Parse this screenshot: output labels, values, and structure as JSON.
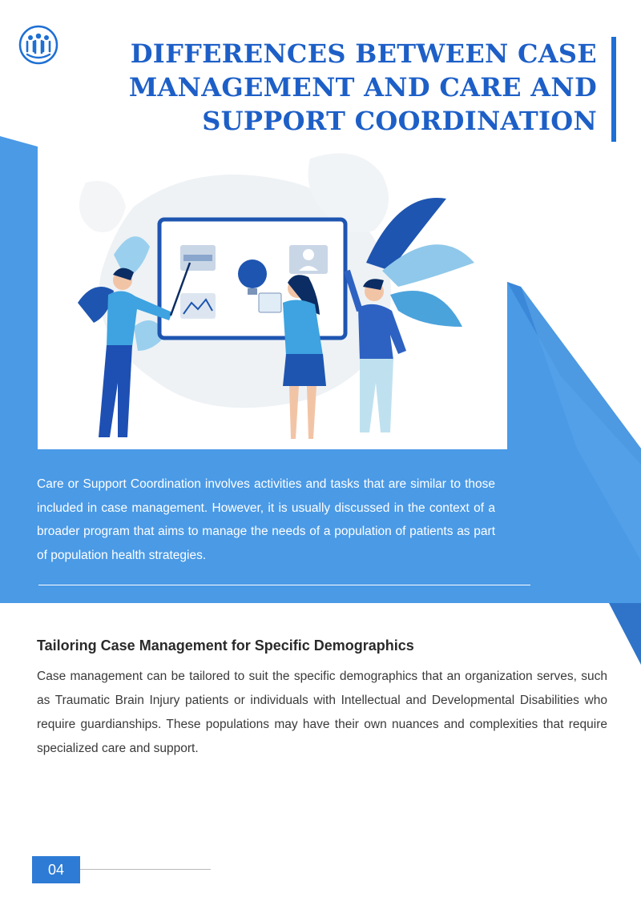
{
  "header": {
    "title_lines": [
      "DIFFERENCES BETWEEN CASE",
      "MANAGEMENT AND CARE AND",
      "SUPPORT COORDINATION"
    ],
    "logo_icon": "people-in-circle-icon",
    "accent_color": "#1d5fc7"
  },
  "intro": {
    "paragraph": "Care or Support Coordination involves activities and tasks that are similar to those included in case management. However, it is usually discussed in the context of a broader program that aims to manage the needs of a population of patients as part of population health strategies.",
    "background_color": "#4a9ae6"
  },
  "section": {
    "heading": "Tailoring Case Management for Specific Demographics",
    "paragraph": "Case management can be tailored to suit the specific demographics that an organization serves, such as Traumatic Brain Injury patients or individuals with Intellectual and Developmental Disabilities who require guardianships. These populations may have their own nuances and complexities that require specialized care and support."
  },
  "footer": {
    "page_number": "04"
  }
}
